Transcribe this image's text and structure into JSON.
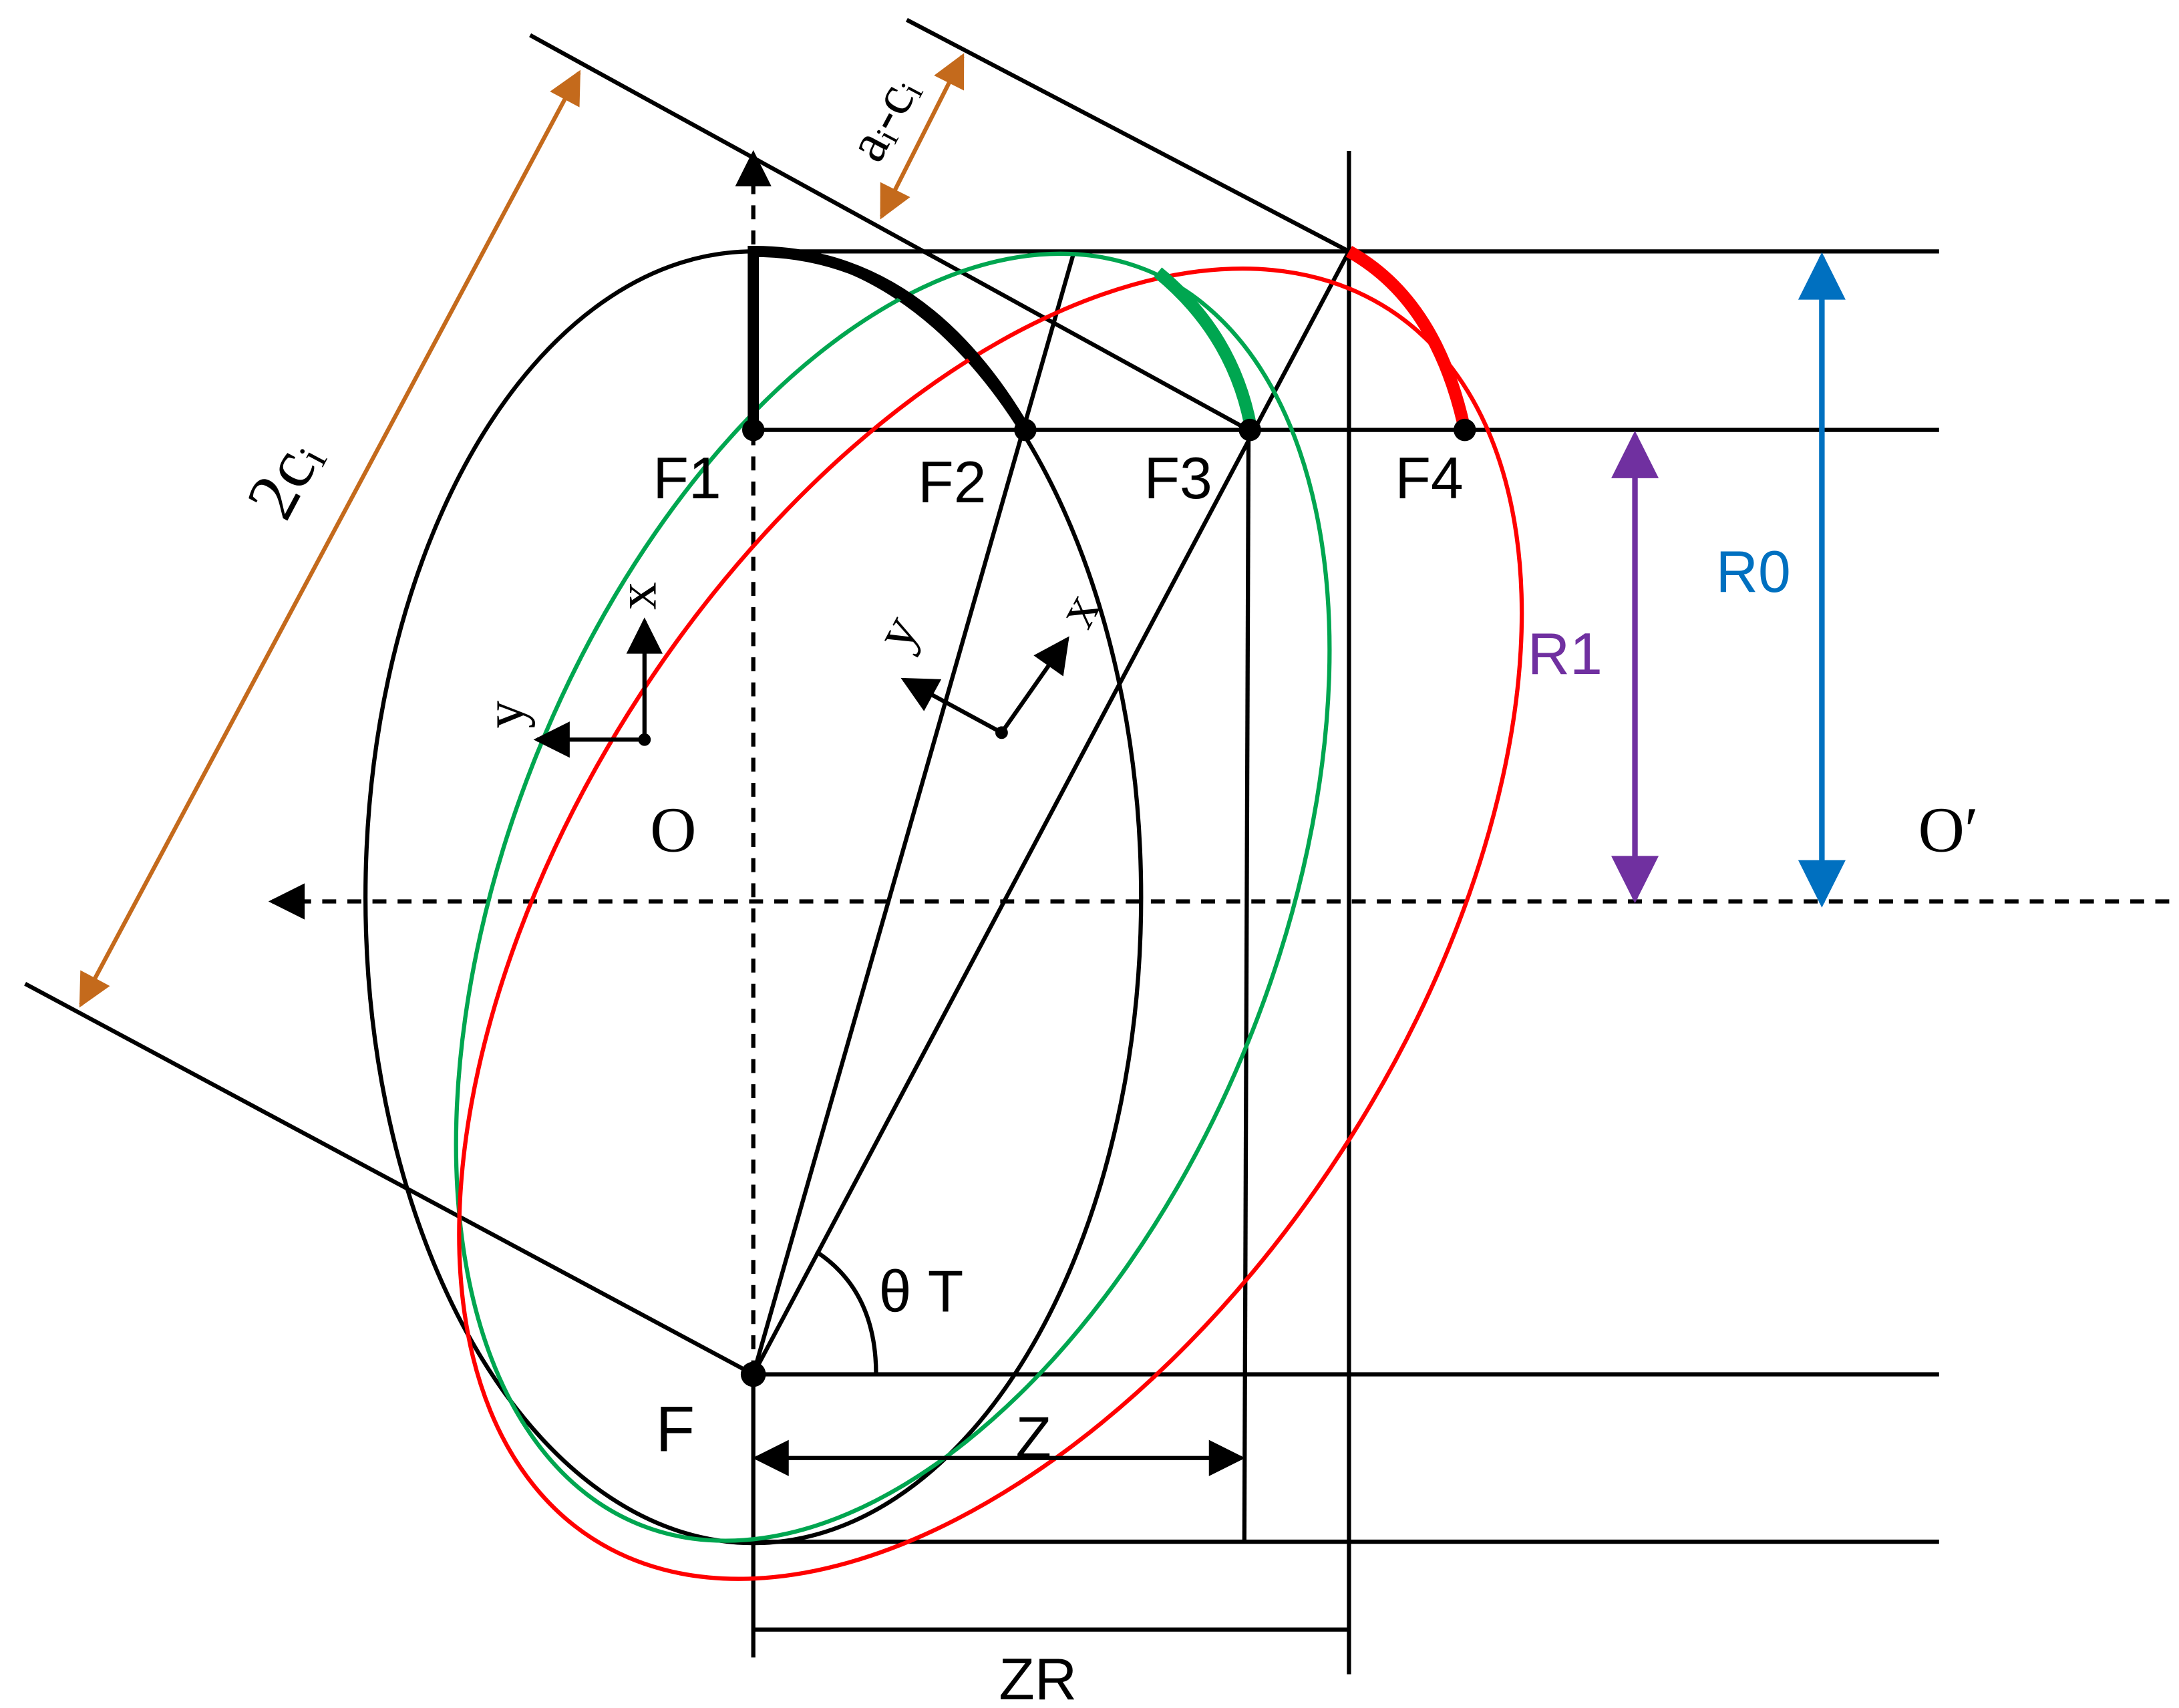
{
  "labels": {
    "f1": "F1",
    "f2": "F2",
    "f3": "F3",
    "f4": "F4",
    "f": "F",
    "origin": "O",
    "origin_prime": "O′",
    "r0": "R0",
    "r1": "R1",
    "z": "Z",
    "zr": "ZR",
    "theta_t": "θ T",
    "two_c_i": "2cᵢ",
    "a_minus_c": "aᵢ-cᵢ",
    "axis_x_left": "x",
    "axis_y_left": "y",
    "axis_x_mid": "x",
    "axis_y_mid": "y"
  },
  "colors": {
    "ink": "#000000",
    "red_ellipse": "#ff0000",
    "green_ellipse": "#00a650",
    "orange_dim": "#c46a1c",
    "purple_dim": "#7030a0",
    "blue_dim": "#0070c0"
  }
}
